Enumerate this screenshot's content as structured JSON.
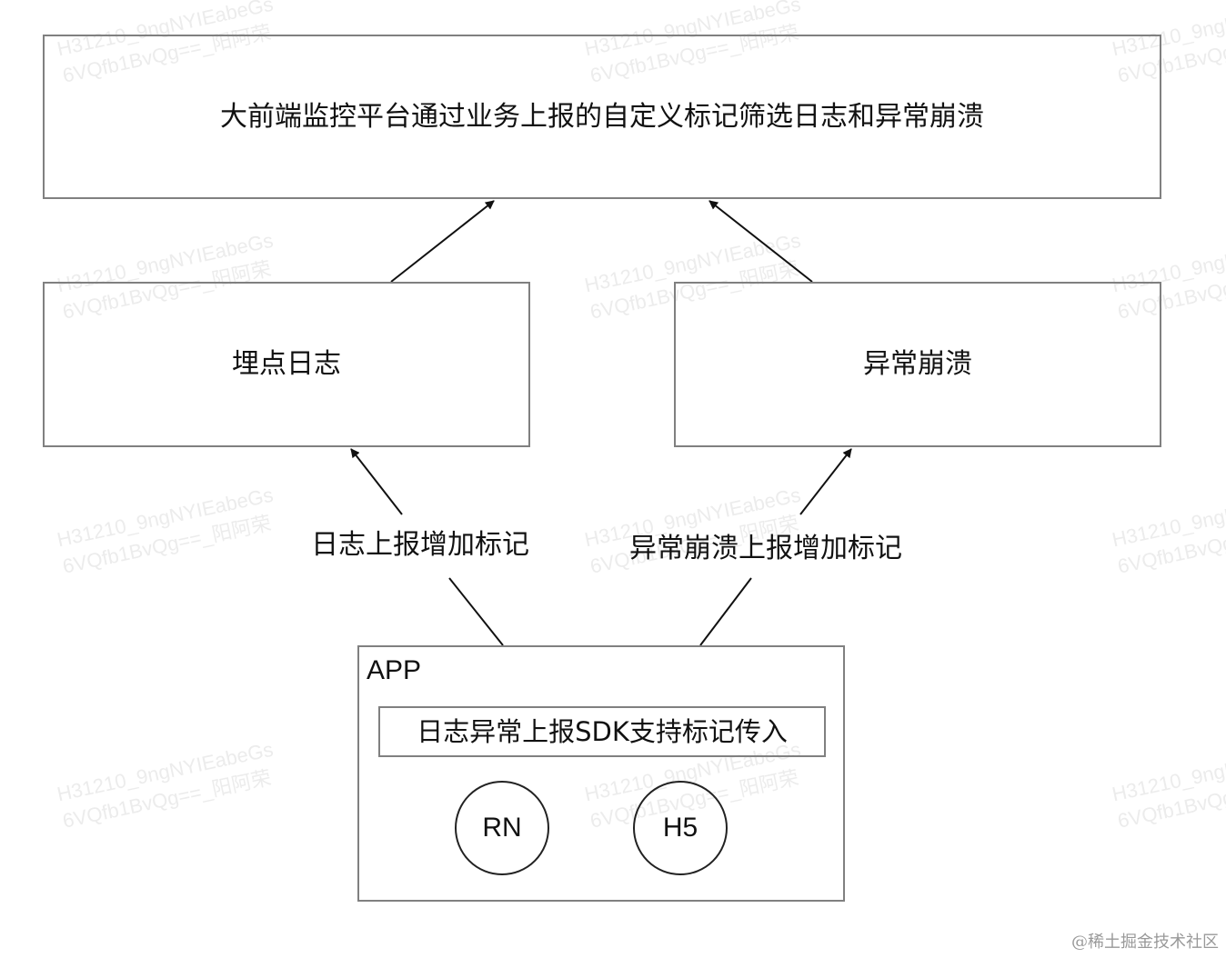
{
  "diagram": {
    "platform_box": {
      "label": "大前端监控平台通过业务上报的自定义标记筛选日志和异常崩溃"
    },
    "tracking_log_box": {
      "label": "埋点日志"
    },
    "crash_box": {
      "label": "异常崩溃"
    },
    "log_edge_label": "日志上报增加标记",
    "crash_edge_label": "异常崩溃上报增加标记",
    "app_box": {
      "title": "APP",
      "sdk_label": "日志异常上报SDK支持标记传入",
      "nodes": [
        "RN",
        "H5"
      ]
    }
  },
  "watermark": {
    "line1": "H31210_9ngNYIEabeGs",
    "line2": "6VQfb1BvQg==_阳阿荣"
  },
  "credit": "@稀土掘金技术社区",
  "colors": {
    "box_border": "#808080",
    "arrow": "#111111",
    "watermark": "#ececec"
  }
}
